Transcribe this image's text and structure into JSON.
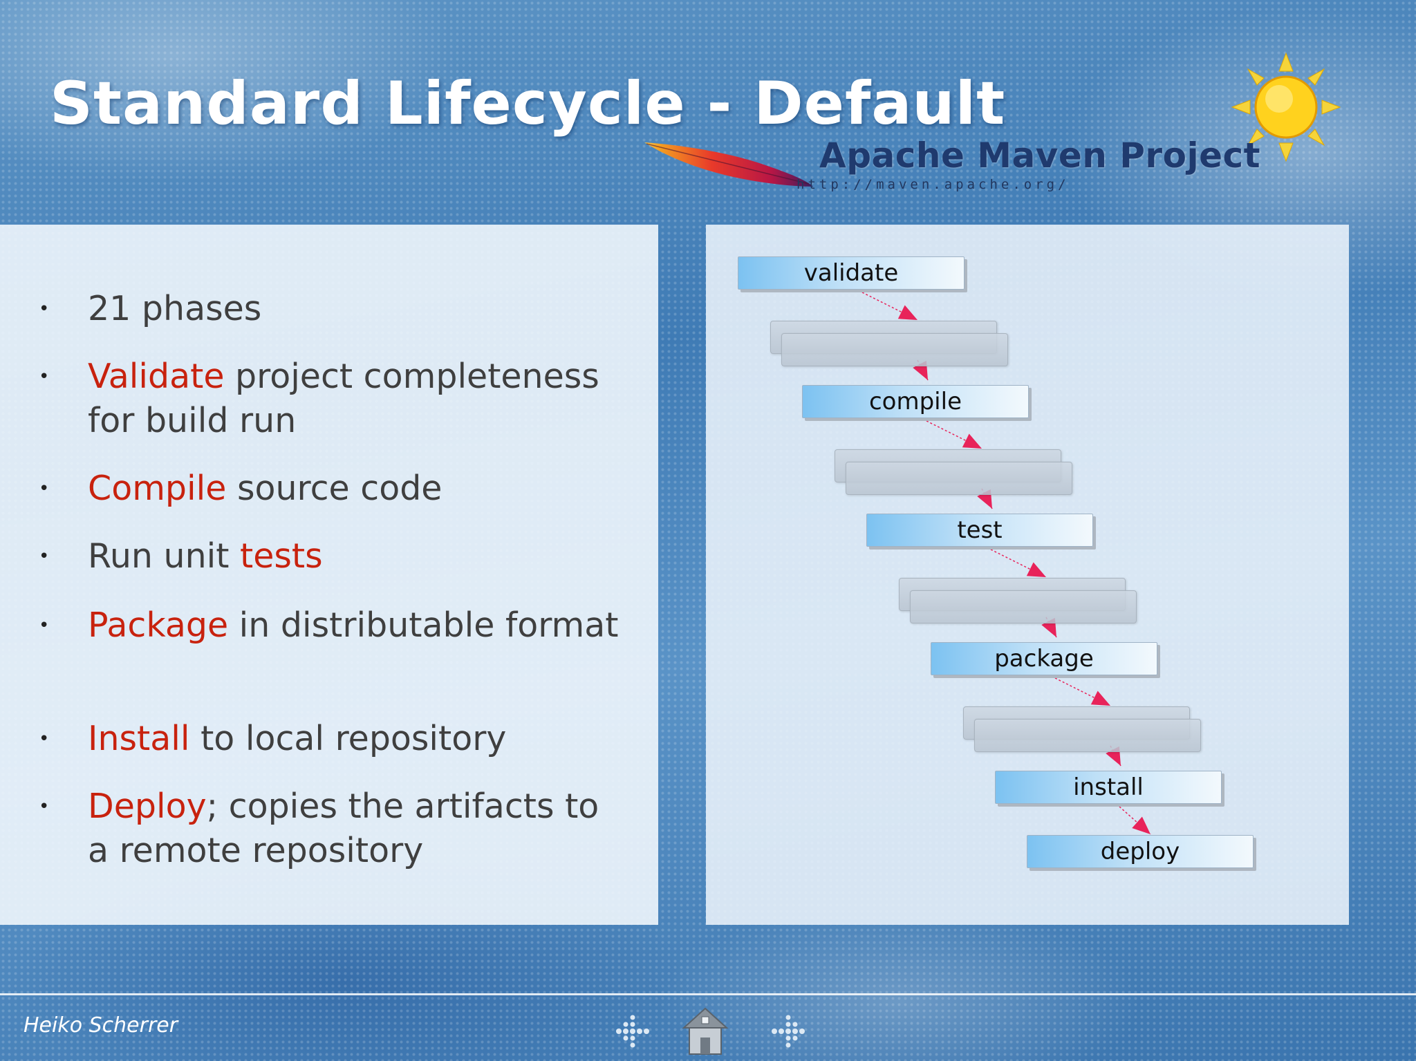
{
  "slide": {
    "title": "Standard Lifecycle - Default"
  },
  "logo": {
    "name": "Apache Maven Project",
    "url": "http://maven.apache.org/",
    "feather_icon": "apache-feather-icon",
    "sun_icon": "sun-icon"
  },
  "bullets": [
    {
      "parts": [
        {
          "text": "21 phases",
          "highlight": false
        }
      ]
    },
    {
      "parts": [
        {
          "text": "Validate",
          "highlight": true
        },
        {
          "text": " project completeness for build run",
          "highlight": false
        }
      ]
    },
    {
      "parts": [
        {
          "text": "Compile",
          "highlight": true
        },
        {
          "text": " source code",
          "highlight": false
        }
      ]
    },
    {
      "parts": [
        {
          "text": "Run unit ",
          "highlight": false
        },
        {
          "text": "tests",
          "highlight": true
        }
      ]
    },
    {
      "parts": [
        {
          "text": "Package",
          "highlight": true
        },
        {
          "text": " in distributable format",
          "highlight": false
        }
      ]
    },
    {
      "parts": [
        {
          "text": "Install",
          "highlight": true
        },
        {
          "text": " to local repository",
          "highlight": false
        }
      ]
    },
    {
      "parts": [
        {
          "text": "Deploy",
          "highlight": true
        },
        {
          "text": "; copies the artifacts to a remote repository",
          "highlight": false
        }
      ]
    }
  ],
  "bullet_glyph": "•",
  "diagram": {
    "phases": [
      "validate",
      "compile",
      "test",
      "package",
      "install",
      "deploy"
    ],
    "arrow_color": "#e8235a"
  },
  "footer": {
    "author": "Heiko Scherrer",
    "nav": [
      "prev-arrow-icon",
      "home-icon",
      "next-arrow-icon"
    ]
  },
  "colors": {
    "highlight": "#c8220e",
    "body_text": "#3f3f3f",
    "title": "#ffffff"
  }
}
